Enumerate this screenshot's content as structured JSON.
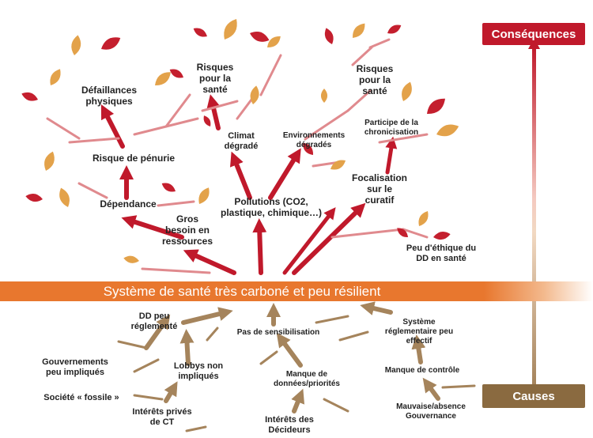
{
  "colors": {
    "red": "#c0192b",
    "pink": "#e08a8e",
    "orange": "#e8772e",
    "leaf_orange": "#e3a24a",
    "leaf_red": "#c41f2e",
    "brown": "#a5845c",
    "dark_brown": "#8a6a40"
  },
  "banner": {
    "text": "Système de santé très carboné et peu résilient"
  },
  "consequences_label": "Conséquences",
  "causes_label": "Causes",
  "consequences": {
    "defaillances": "Défaillances\nphysiques",
    "risque_penurie": "Risque de pénurie",
    "dependance": "Dépendance",
    "gros_besoin": "Gros\nbesoin en\nressources",
    "risques_sante_1": "Risques\npour la\nsanté",
    "climat": "Climat\ndégradé",
    "pollutions": "Pollutions (CO2,\nplastique, chimique…)",
    "environnements": "Environnements\ndégradés",
    "risques_sante_2": "Risques\npour la\nsanté",
    "participe": "Participe de la\nchronicisation",
    "focalisation": "Focalisation\nsur le\ncuratif",
    "peu_ethique": "Peu d'éthique du\nDD en santé"
  },
  "causes": {
    "dd_peu": "DD peu\nréglementé",
    "gouvernements": "Gouvernements\npeu impliqués",
    "societe": "Société  « fossile »",
    "lobbys": "Lobbys non\nimpliqués",
    "interets_prives": "Intérêts privés\nde CT",
    "pas_sensibilisation": "Pas de sensibilisation",
    "manque_donnees": "Manque de\ndonnées/priorités",
    "interets_decideurs": "Intérêts des\nDécideurs",
    "systeme_reglementaire": "Système\nréglementaire peu\neffectif",
    "manque_controle": "Manque de contrôle",
    "mauvaise_gouvernance": "Mauvaise/absence\nGouvernance"
  }
}
